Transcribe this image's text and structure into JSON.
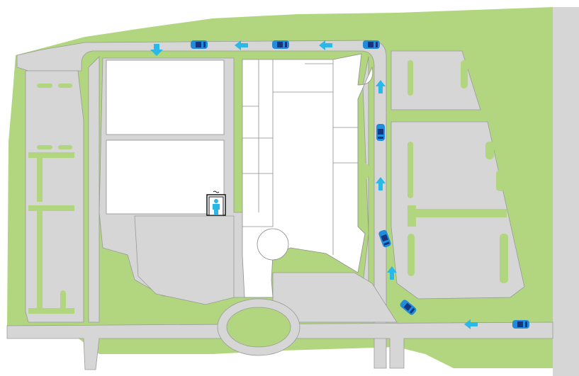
{
  "map": {
    "colors": {
      "grass": "#b2d67f",
      "pavement": "#d6d6d6",
      "building": "#ffffff",
      "outline": "#8f8f8f",
      "car_body": "#1f8ddb",
      "car_window": "#17347f",
      "arrow": "#29b8e8",
      "elevator": "#2bb7e6"
    },
    "icons": {
      "car": "car-icon",
      "arrow": "direction-arrow-icon",
      "elevator": "elevator-icon"
    },
    "traffic_arrows": [
      "down",
      "left",
      "left",
      "up",
      "up",
      "up",
      "left"
    ],
    "cars": [
      "top-left",
      "top-middle",
      "top-right",
      "right-upper",
      "right-middle",
      "right-lower",
      "bottom-right"
    ]
  }
}
